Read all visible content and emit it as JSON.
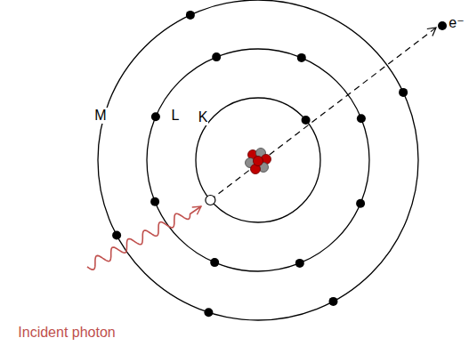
{
  "diagram": {
    "labels": [
      "M",
      "L",
      "K",
      "e⁻",
      "Incident photon"
    ]
  }
}
